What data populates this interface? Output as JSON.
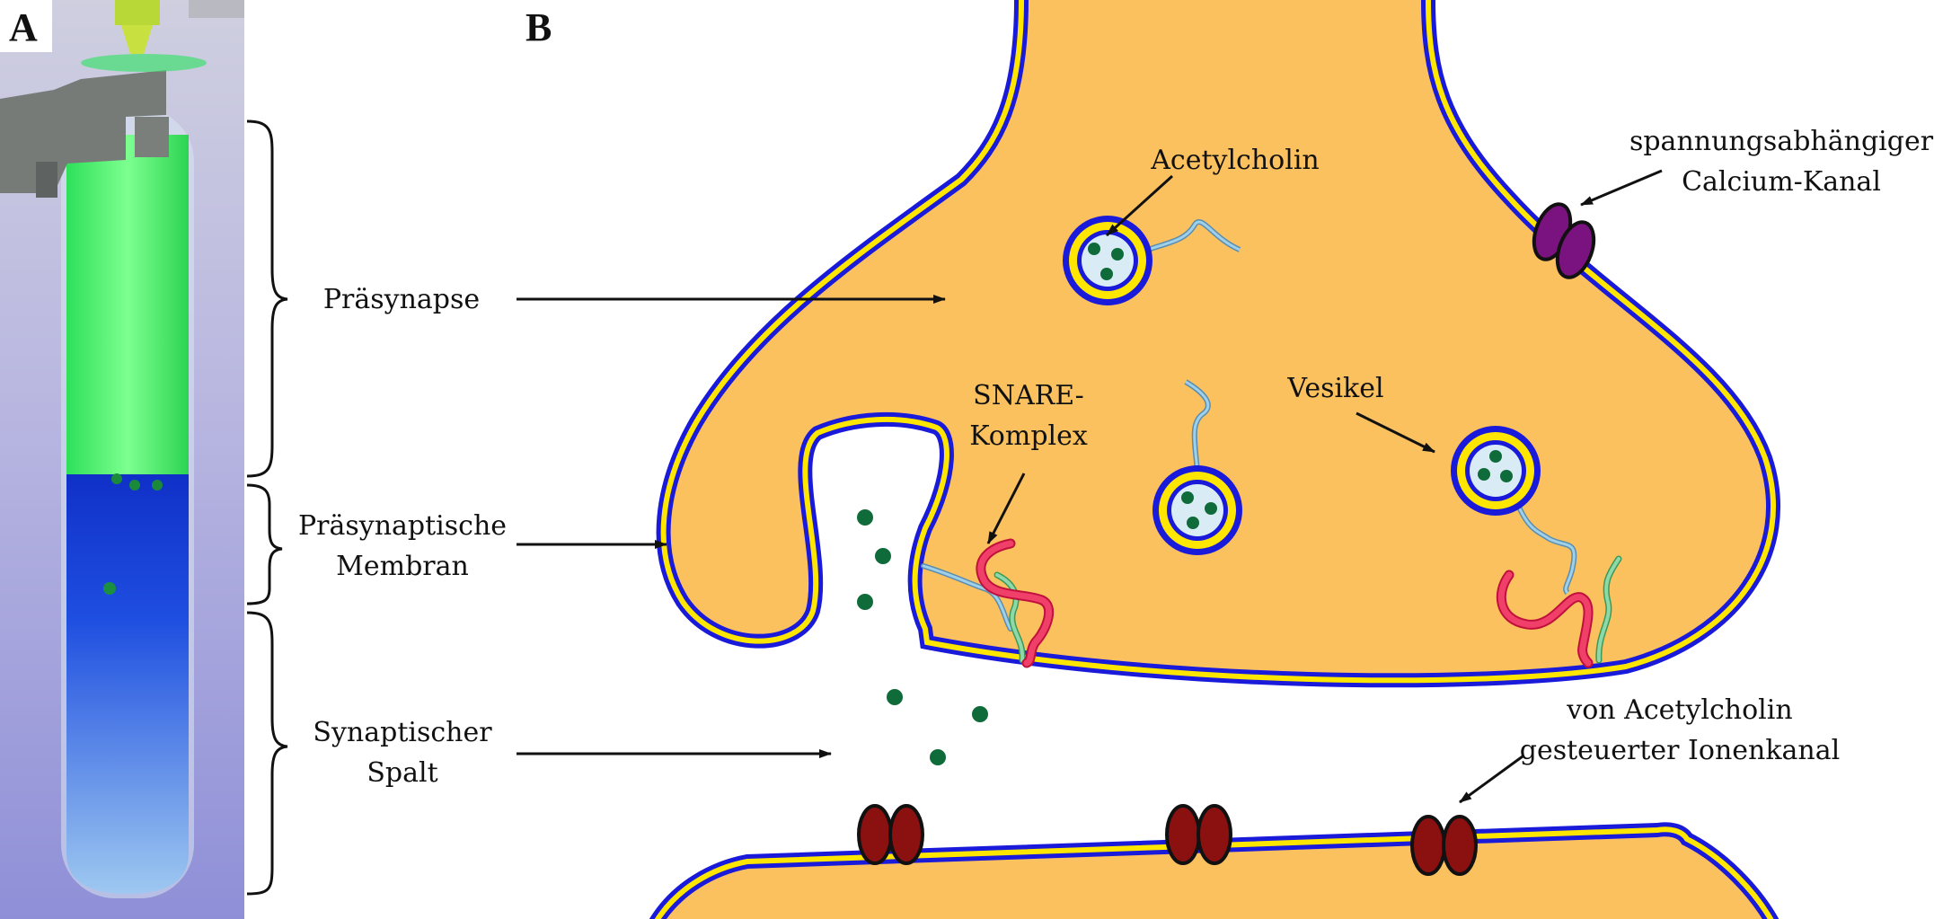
{
  "panels": {
    "a_letter": "A",
    "b_letter": "B"
  },
  "labels": {
    "praesynapse": "Präsynapse",
    "membran_line1": "Präsynaptische",
    "membran_line2": "Membran",
    "spalt_line1": "Synaptischer",
    "spalt_line2": "Spalt",
    "acetylcholin": "Acetylcholin",
    "snare_line1": "SNARE-",
    "snare_line2": "Komplex",
    "vesikel": "Vesikel",
    "calcium_line1": "spannungsabhängiger",
    "calcium_line2": "Calcium-Kanal",
    "ionen_line1": "von Acetylcholin",
    "ionen_line2": "gesteuerter Ionenkanal"
  },
  "colors": {
    "cytoplasm": "#fbc15e",
    "membrane_outer": "#1a1adb",
    "membrane_inner": "#ffe600",
    "vesicle_fill": "#d9ecf5",
    "neurotransmitter": "#0f6b3a",
    "calcium_channel": "#7a1280",
    "ion_channel": "#8b1010",
    "snare_red": "#f0406a",
    "snare_blue": "#8fc3e0",
    "snare_green": "#8fd9a8",
    "tube_green": "#44ff66",
    "tube_blue": "#1e3fd0"
  }
}
